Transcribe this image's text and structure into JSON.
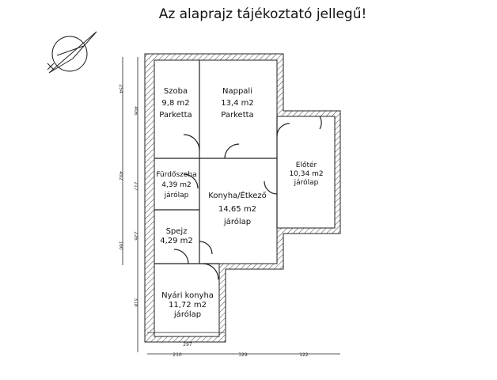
{
  "title": "Az alaprajz tájékoztató jellegű!",
  "rooms": [
    {
      "name": "Szoba",
      "area": "9,8 m2",
      "floor": "Parketta"
    },
    {
      "name": "Nappali",
      "area": "13,4 m2",
      "floor": "Parketta"
    },
    {
      "name": "Fürdőszoba",
      "area": "4,39 m2",
      "floor": "járólap"
    },
    {
      "name": "Konyha/Étkező",
      "area": "14,65 m2",
      "floor": "járólap"
    },
    {
      "name": "Előtér",
      "area": "10,34 m2",
      "floor": "járólap"
    },
    {
      "name": "Spejz",
      "area": "4,29 m2",
      "floor": ""
    },
    {
      "name": "Nyári konyha",
      "area": "11,72 m2",
      "floor": "járólap"
    }
  ],
  "dimensions": {
    "left_outer": [
      "254",
      "492",
      "160"
    ],
    "left_inner": [
      "406",
      "217",
      "226",
      "318"
    ],
    "bottom_top": [
      "297"
    ],
    "bottom": [
      "210",
      "329",
      "122"
    ]
  },
  "north_arrow": "compass-north-arrow-icon"
}
